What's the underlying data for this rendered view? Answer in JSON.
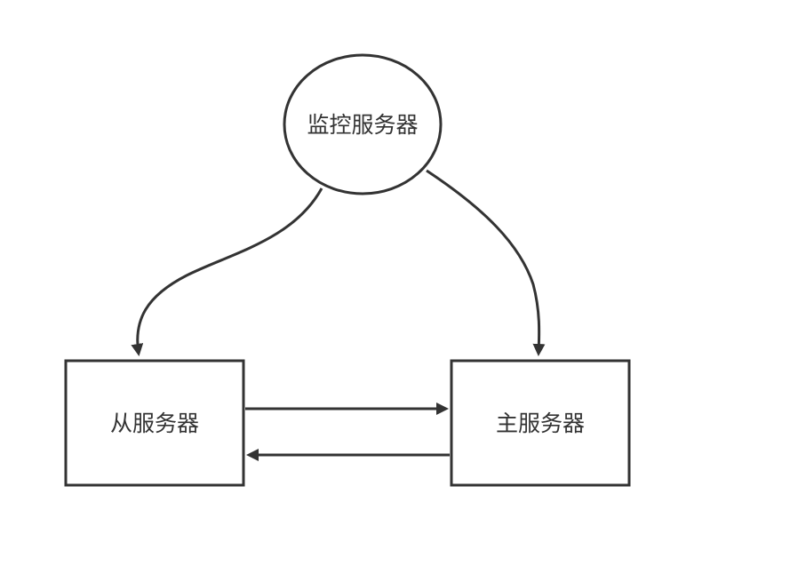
{
  "diagram": {
    "nodes": {
      "monitor": {
        "label": "监控服务器",
        "shape": "circle"
      },
      "slave": {
        "label": "从服务器",
        "shape": "rectangle"
      },
      "master": {
        "label": "主服务器",
        "shape": "rectangle"
      }
    },
    "edges": [
      {
        "from": "monitor",
        "to": "slave"
      },
      {
        "from": "monitor",
        "to": "master"
      },
      {
        "from": "slave",
        "to": "master"
      },
      {
        "from": "master",
        "to": "slave"
      }
    ],
    "colors": {
      "stroke": "#333333",
      "fill": "#ffffff",
      "text": "#333333"
    }
  }
}
